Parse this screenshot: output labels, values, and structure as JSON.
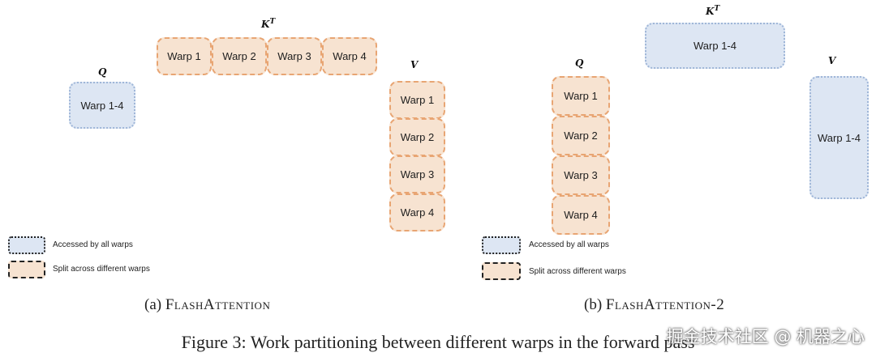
{
  "left_panel": {
    "q_label": "Q",
    "q_box": "Warp 1-4",
    "k_label_base": "K",
    "k_label_sup": "T",
    "k_boxes": [
      "Warp 1",
      "Warp 2",
      "Warp 3",
      "Warp 4"
    ],
    "v_label": "V",
    "v_boxes": [
      "Warp 1",
      "Warp 2",
      "Warp 3",
      "Warp 4"
    ],
    "legend": {
      "accessed": "Accessed by all warps",
      "split": "Split across different warps"
    },
    "caption_prefix": "(a) ",
    "caption_name": "FlashAttention"
  },
  "right_panel": {
    "q_label": "Q",
    "q_boxes": [
      "Warp 1",
      "Warp 2",
      "Warp 3",
      "Warp 4"
    ],
    "k_label_base": "K",
    "k_label_sup": "T",
    "k_box": "Warp 1-4",
    "v_label": "V",
    "v_box": "Warp 1-4",
    "legend": {
      "accessed": "Accessed by all warps",
      "split": "Split across different warps"
    },
    "caption_prefix": "(b) ",
    "caption_name": "FlashAttention-2"
  },
  "figure_caption": "Figure 3: Work partitioning between different warps in the forward pass",
  "watermark": "掘金技术社区 @ 机器之心",
  "colors": {
    "accessed_fill": "#dde6f3",
    "accessed_border": "#9fb6d8",
    "split_fill": "#f7e3d1",
    "split_border": "#e8a573"
  }
}
